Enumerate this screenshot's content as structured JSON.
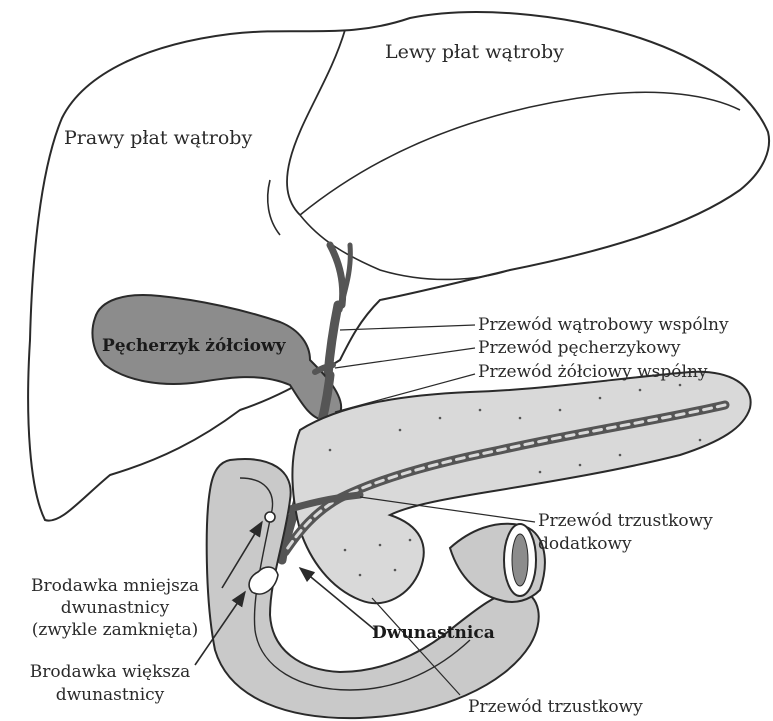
{
  "labels": {
    "left_liver_lobe": "Lewy płat wątroby",
    "right_liver_lobe": "Prawy płat wątroby",
    "gallbladder": "Pęcherzyk żółciowy",
    "common_hepatic_duct": "Przewód wątrobowy wspólny",
    "cystic_duct": "Przewód pęcherzykowy",
    "common_bile_duct": "Przewód żółciowy wspólny",
    "accessory_pancreatic_duct_line1": "Przewód trzustkowy",
    "accessory_pancreatic_duct_line2": "dodatkowy",
    "minor_papilla_line1": "Brodawka mniejsza",
    "minor_papilla_line2": "dwunastnicy",
    "minor_papilla_line3": "(zwykle zamknięta)",
    "major_papilla_line1": "Brodawka większa",
    "major_papilla_line2": "dwunastnicy",
    "duodenum": "Dwunastnica",
    "pancreatic_duct": "Przewód trzustkowy"
  },
  "colors": {
    "outline": "#2a2a2a",
    "gallbladder_fill": "#8c8c8c",
    "organ_shade": "#c9c9c9",
    "pancreas_fill": "#d9d9d9",
    "duct_fill": "#555555",
    "background": "#ffffff"
  }
}
